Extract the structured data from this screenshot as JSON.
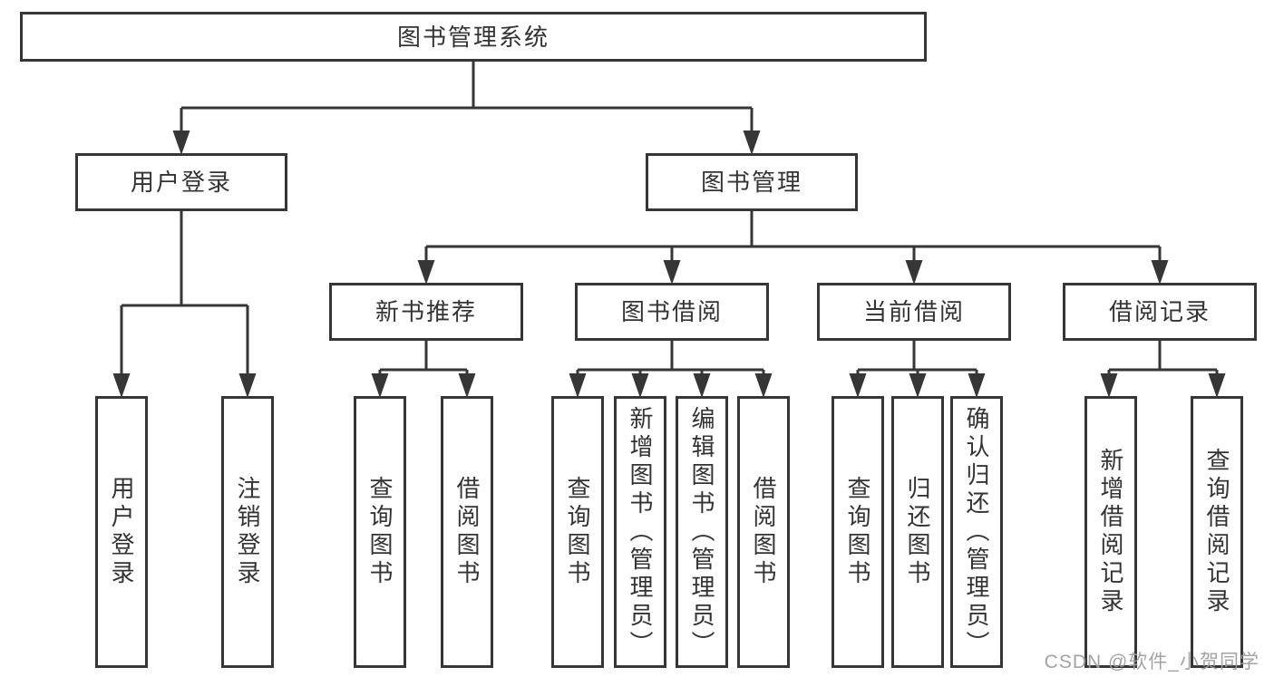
{
  "colors": {
    "stroke": "#363636",
    "node_text": "#333333",
    "watermark": "#9e9e9e",
    "background": "#ffffff"
  },
  "diagram": {
    "root": {
      "label": "图书管理系统"
    },
    "level2": [
      {
        "label": "用户登录"
      },
      {
        "label": "图书管理"
      }
    ],
    "level3": [
      {
        "label": "新书推荐"
      },
      {
        "label": "图书借阅"
      },
      {
        "label": "当前借阅"
      },
      {
        "label": "借阅记录"
      }
    ],
    "leaves": {
      "user_login": [
        "用户登录",
        "注销登录"
      ],
      "new_book": [
        "查询图书",
        "借阅图书"
      ],
      "book_borrow": [
        "查询图书",
        "新增图书（管理员）",
        "编辑图书（管理员）",
        "借阅图书"
      ],
      "current_borrow": [
        "查询图书",
        "归还图书",
        "确认归还（管理员）"
      ],
      "borrow_records": [
        "新增借阅记录",
        "查询借阅记录"
      ]
    }
  },
  "watermark": {
    "text": "CSDN @软件_小贺同学"
  }
}
